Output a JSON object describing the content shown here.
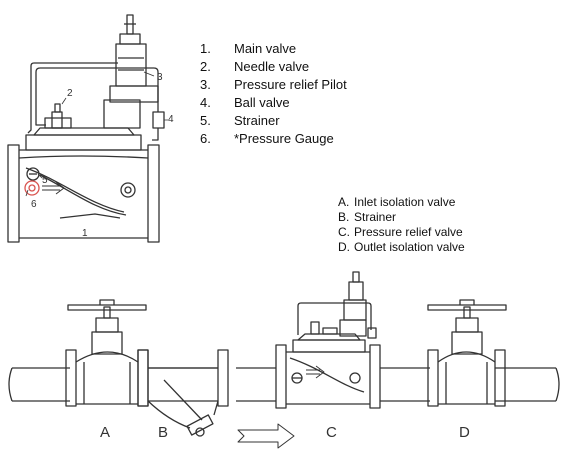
{
  "legend_parts": [
    {
      "key": "1.",
      "text": "Main valve"
    },
    {
      "key": "2.",
      "text": "Needle valve"
    },
    {
      "key": "3.",
      "text": "Pressure relief Pilot"
    },
    {
      "key": "4.",
      "text": "Ball valve"
    },
    {
      "key": "5.",
      "text": "Strainer"
    },
    {
      "key": "6.",
      "text": "*Pressure Gauge"
    }
  ],
  "legend_system": [
    {
      "key": "A.",
      "text": "Inlet isolation valve"
    },
    {
      "key": "B.",
      "text": "Strainer"
    },
    {
      "key": "C.",
      "text": "Pressure relief valve"
    },
    {
      "key": "D.",
      "text": "Outlet isolation valve"
    }
  ],
  "detail_callouts": {
    "c1": "1",
    "c2": "2",
    "c3": "3",
    "c4": "4",
    "c5": "5",
    "c6": "6"
  },
  "system_labels": {
    "a": "A",
    "b": "B",
    "c": "C",
    "d": "D"
  },
  "colors": {
    "line": "#333333",
    "gauge_highlight": "#d9534f"
  },
  "icons": [
    "flow-arrow-icon"
  ]
}
